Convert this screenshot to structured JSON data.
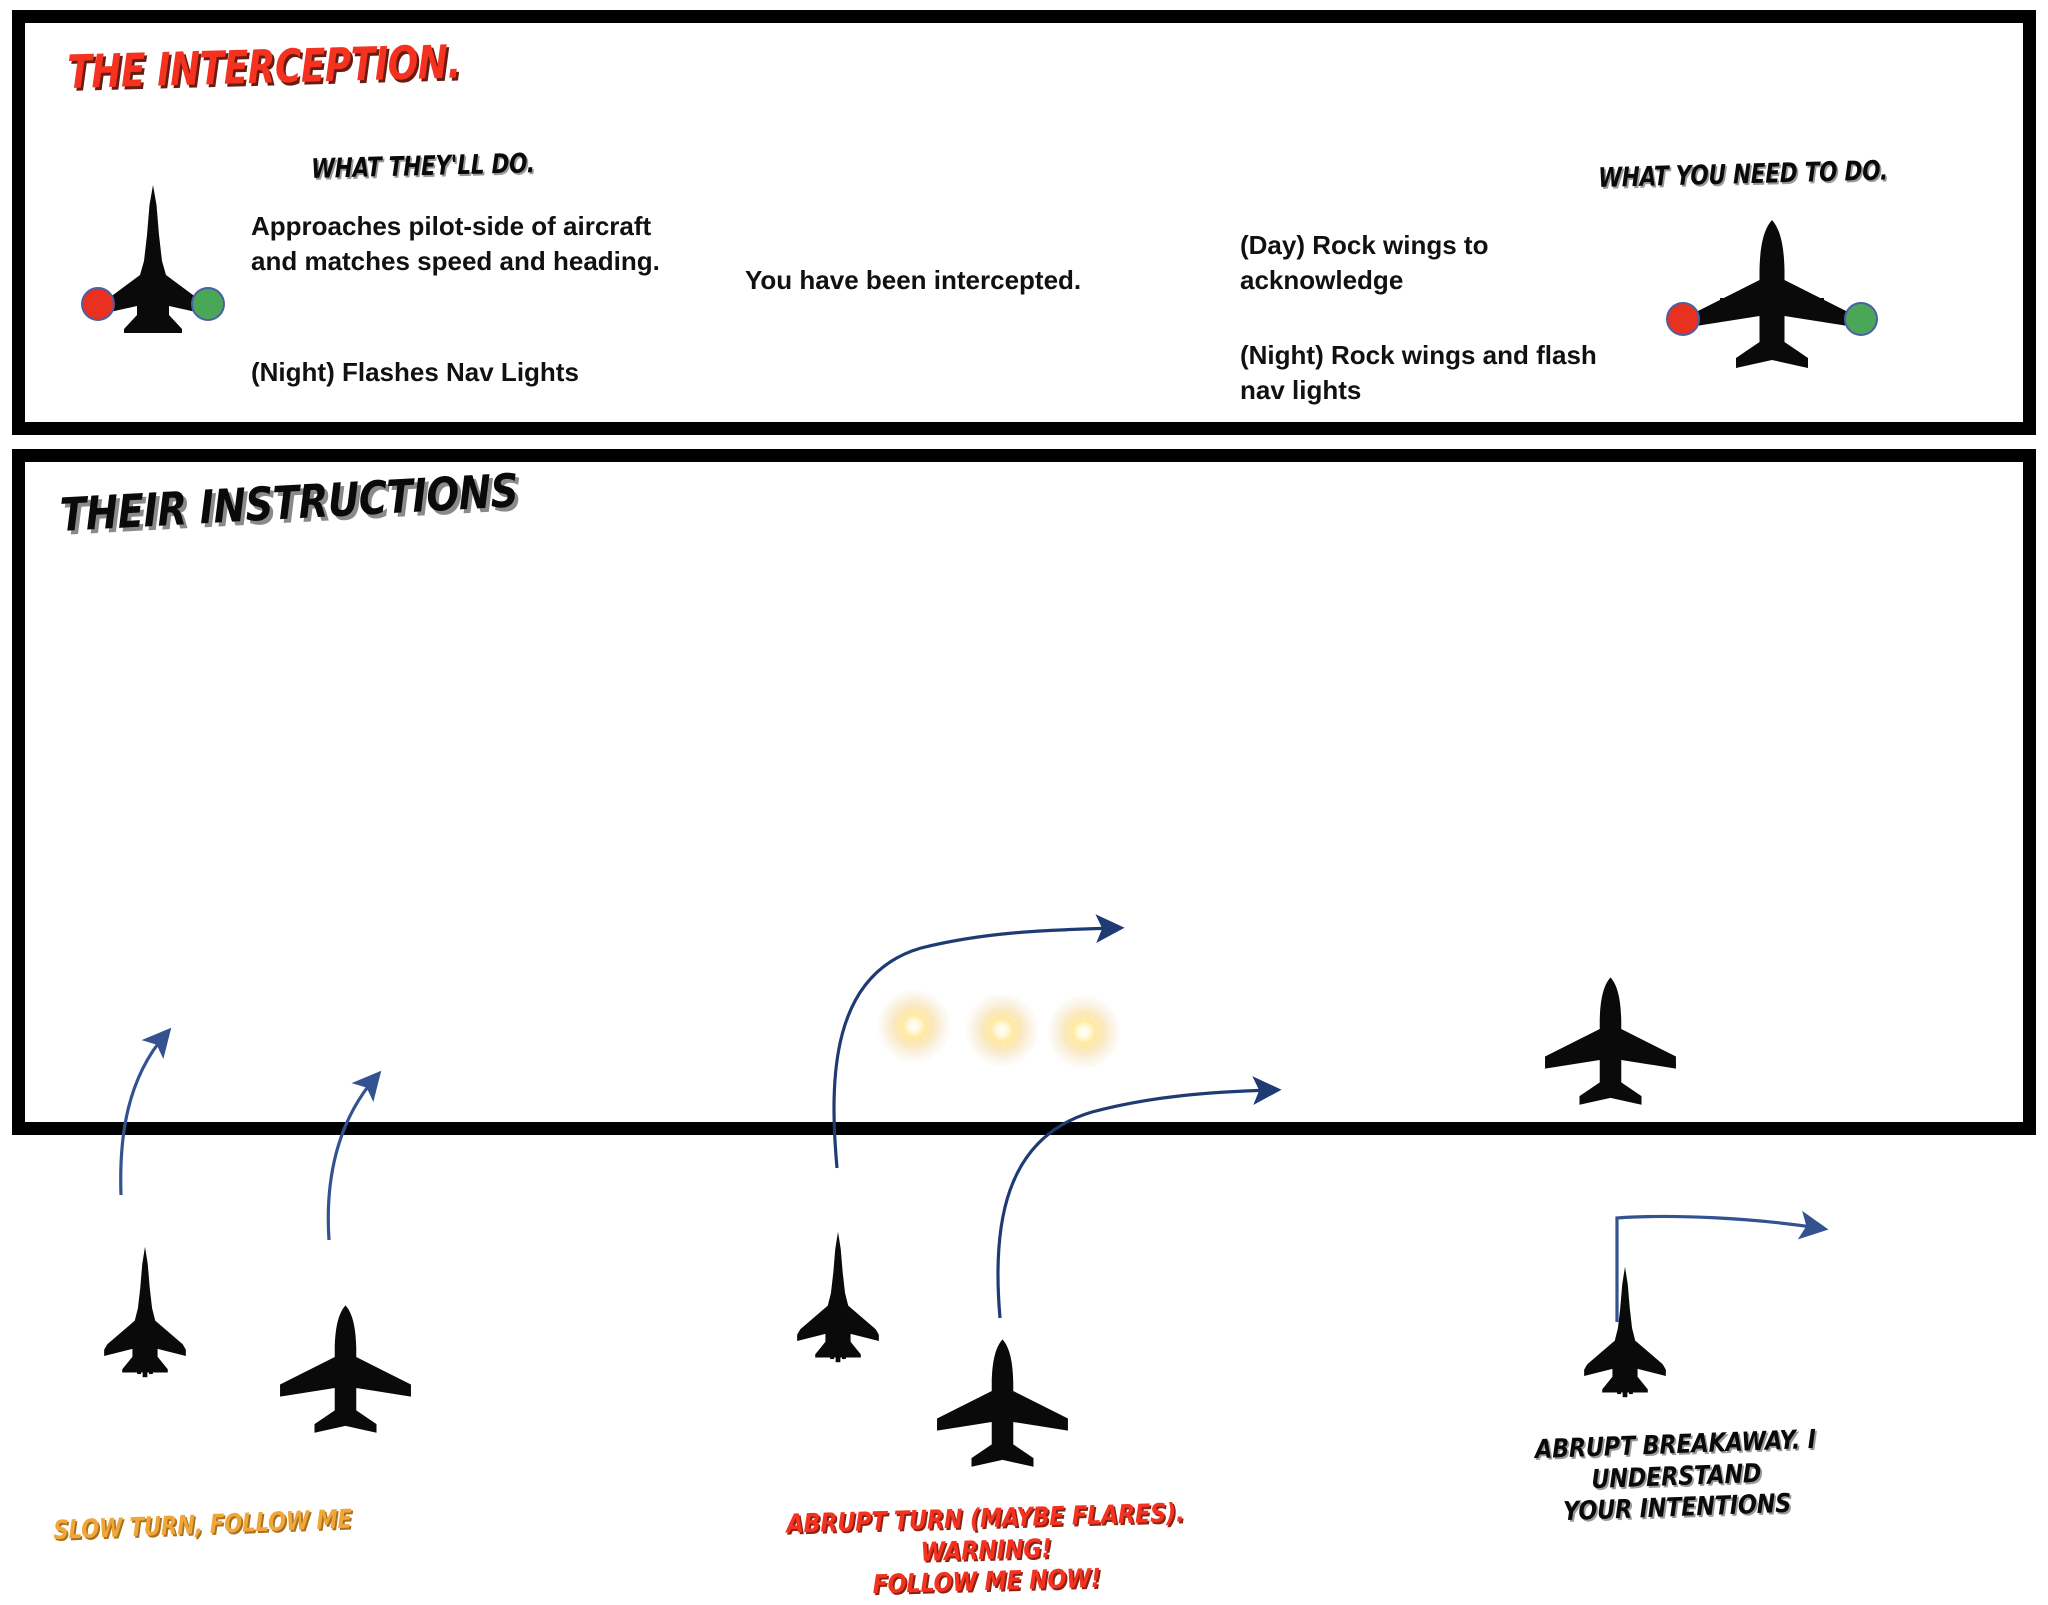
{
  "poster": {
    "colors": {
      "title_red": "#F4321F",
      "caption_amber": "#F0A73A",
      "arrow_blue": "#33528F",
      "nav_light_red": "#E8311E",
      "nav_light_green": "#4AA757",
      "border_black": "#000000",
      "background": "#FFFFFF"
    }
  },
  "panel_top": {
    "title": "THE INTERCEPTION.",
    "heading_left": "WHAT THEY'LL DO.",
    "heading_right": "WHAT YOU NEED TO DO.",
    "copy_approach": "Approaches pilot-side of aircraft and matches speed and heading.",
    "copy_night_nav": "(Night) Flashes Nav Lights",
    "copy_center": "You have been intercepted.",
    "copy_day_rock": "(Day) Rock wings to acknowledge",
    "copy_night_rock": "(Night) Rock wings and flash nav lights",
    "aircraft": {
      "fighter_label": "fighter-jet-silhouette",
      "airliner_label": "airliner-silhouette",
      "left_nav_light": "red",
      "right_nav_light": "green"
    }
  },
  "panel_bottom": {
    "heading": "THEIR INSTRUCTIONS",
    "scenes": [
      {
        "id": "scene-slow-turn",
        "caption": "SLOW TURN, FOLLOW ME",
        "caption_color": "#F0A73A",
        "aircraft": [
          "fighter-jet-silhouette",
          "airliner-silhouette"
        ],
        "arrows": 2,
        "arrow_style": "gentle-curve-up",
        "flares": 0
      },
      {
        "id": "scene-abrupt-turn",
        "caption": "ABRUPT TURN (MAYBE FLARES). WARNING!\nFOLLOW ME NOW!",
        "caption_color": "#F4321F",
        "aircraft": [
          "fighter-jet-silhouette",
          "airliner-silhouette"
        ],
        "arrows": 2,
        "arrow_style": "sharp-curve-up-then-right",
        "flares": 3
      },
      {
        "id": "scene-abrupt-breakaway",
        "caption": "ABRUPT BREAKAWAY. I UNDERSTAND\nYOUR INTENTIONS",
        "caption_color": "#0A0A0A",
        "aircraft": [
          "airliner-silhouette",
          "fighter-jet-silhouette"
        ],
        "arrows": 1,
        "arrow_style": "right-angle-up-then-right",
        "flares": 0
      }
    ]
  }
}
